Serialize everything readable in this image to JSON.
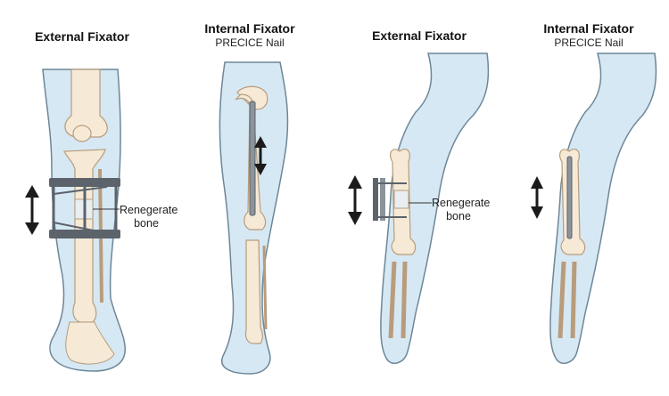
{
  "panels": [
    {
      "title": "External Fixator",
      "subtitle": "",
      "callout": [
        "Renegerate",
        "bone"
      ]
    },
    {
      "title": "Internal Fixator",
      "subtitle": "PRECICE Nail",
      "callout": []
    },
    {
      "title": "External Fixator",
      "subtitle": "",
      "callout": [
        "Renegerate",
        "bone"
      ]
    },
    {
      "title": "Internal Fixator",
      "subtitle": "PRECICE Nail",
      "callout": []
    }
  ],
  "colors": {
    "skin_fill": "#d6e8f3",
    "skin_outline": "#6d8799",
    "bone_fill": "#f6ead7",
    "bone_outline": "#b89c7c",
    "metal": "#5c636b",
    "arrow": "#1b1b1b"
  }
}
